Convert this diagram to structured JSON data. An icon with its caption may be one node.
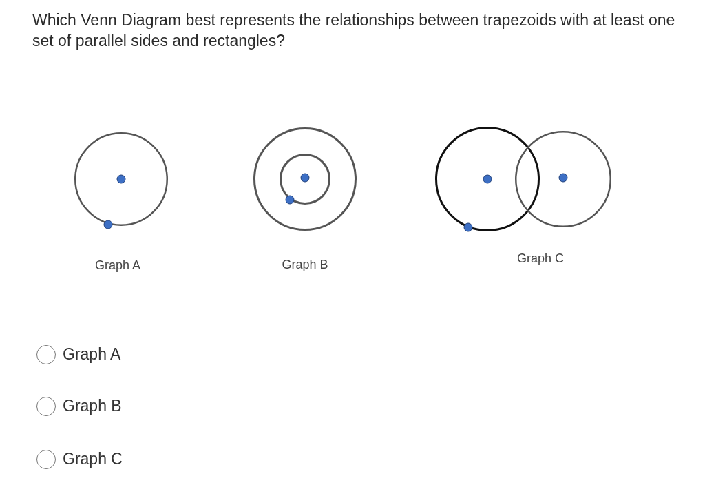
{
  "diagram": {
    "title": "Which Venn Diagram best represents the relationships between trapezoids with at least one set of parallel sides and rectangles?",
    "nodes": [
      {
        "text": [],
        "shape": "circle"
      },
      {
        "text": [],
        "shape": "circle"
      },
      {
        "text": [],
        "shape": "circle",
        "in": 1
      },
      {
        "text": [],
        "shape": "circle"
      },
      {
        "text": [],
        "shape": "circle"
      }
    ],
    "labels": [
      "Graph A",
      "Graph B",
      "Graph C",
      "Graph A",
      "Graph B",
      "Graph C"
    ]
  }
}
